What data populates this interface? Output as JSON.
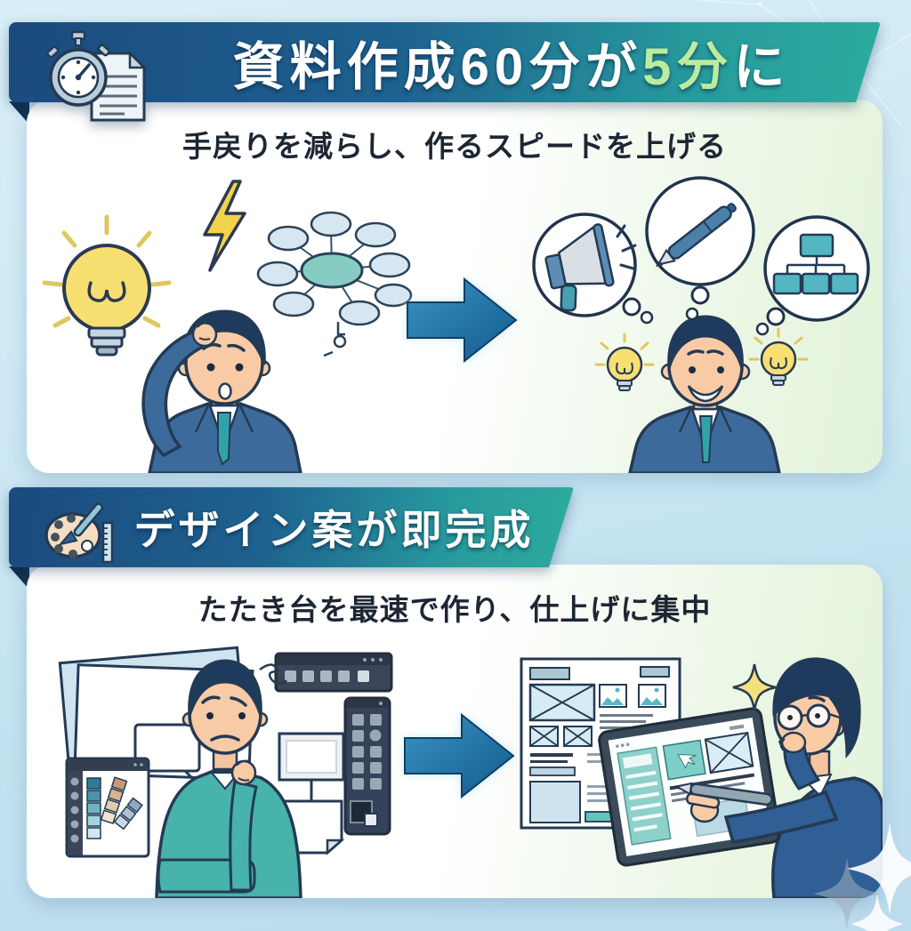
{
  "colors": {
    "page-bg-top": "#d8eef8",
    "page-bg-bottom": "#bcdcee",
    "panel-tint": "#e2f3da",
    "banner-navy": "#1b4a7e",
    "banner-mid": "#1e6290",
    "banner-teal2": "#279a9d",
    "banner-teal": "#2cab9d",
    "highlight-green": "#b9ec9e",
    "subtitle-ink": "#1d2633",
    "fold-navy": "#143051",
    "arrow-light": "#3a93c4",
    "arrow-dark": "#135a8c"
  },
  "sections": [
    {
      "banner": {
        "icons": [
          "stopwatch-icon",
          "document-icon"
        ],
        "title_prefix": "資料作成60分が",
        "title_highlight": "5分",
        "title_suffix": "に"
      },
      "subtitle": "手戻りを減らし、作るスピードを上げる",
      "scene_before": [
        "lightbulb-icon",
        "lightning-bolt-icon",
        "confused-man",
        "mindmap-diagram"
      ],
      "scene_after": [
        "megaphone-bubble-icon",
        "pen-bubble-icon",
        "org-chart-bubble-icon",
        "idea-bulb-icons",
        "happy-man"
      ]
    },
    {
      "banner": {
        "icons": [
          "palette-icon",
          "brush-icon",
          "ruler-icon"
        ],
        "title_prefix": "デザイン案が即完成",
        "title_highlight": "",
        "title_suffix": ""
      },
      "subtitle": "たたき台を最速で作り、仕上げに集中",
      "scene_before": [
        "canvas-stack",
        "design-toolbar",
        "tool-panel",
        "color-palette-window",
        "thinking-man"
      ],
      "scene_after": [
        "wireframe-poster",
        "tablet-wireframe",
        "stylus-icon",
        "designer-man",
        "sparkle-icon"
      ]
    }
  ],
  "decorations": [
    "background-network-lines",
    "corner-sparkles"
  ]
}
